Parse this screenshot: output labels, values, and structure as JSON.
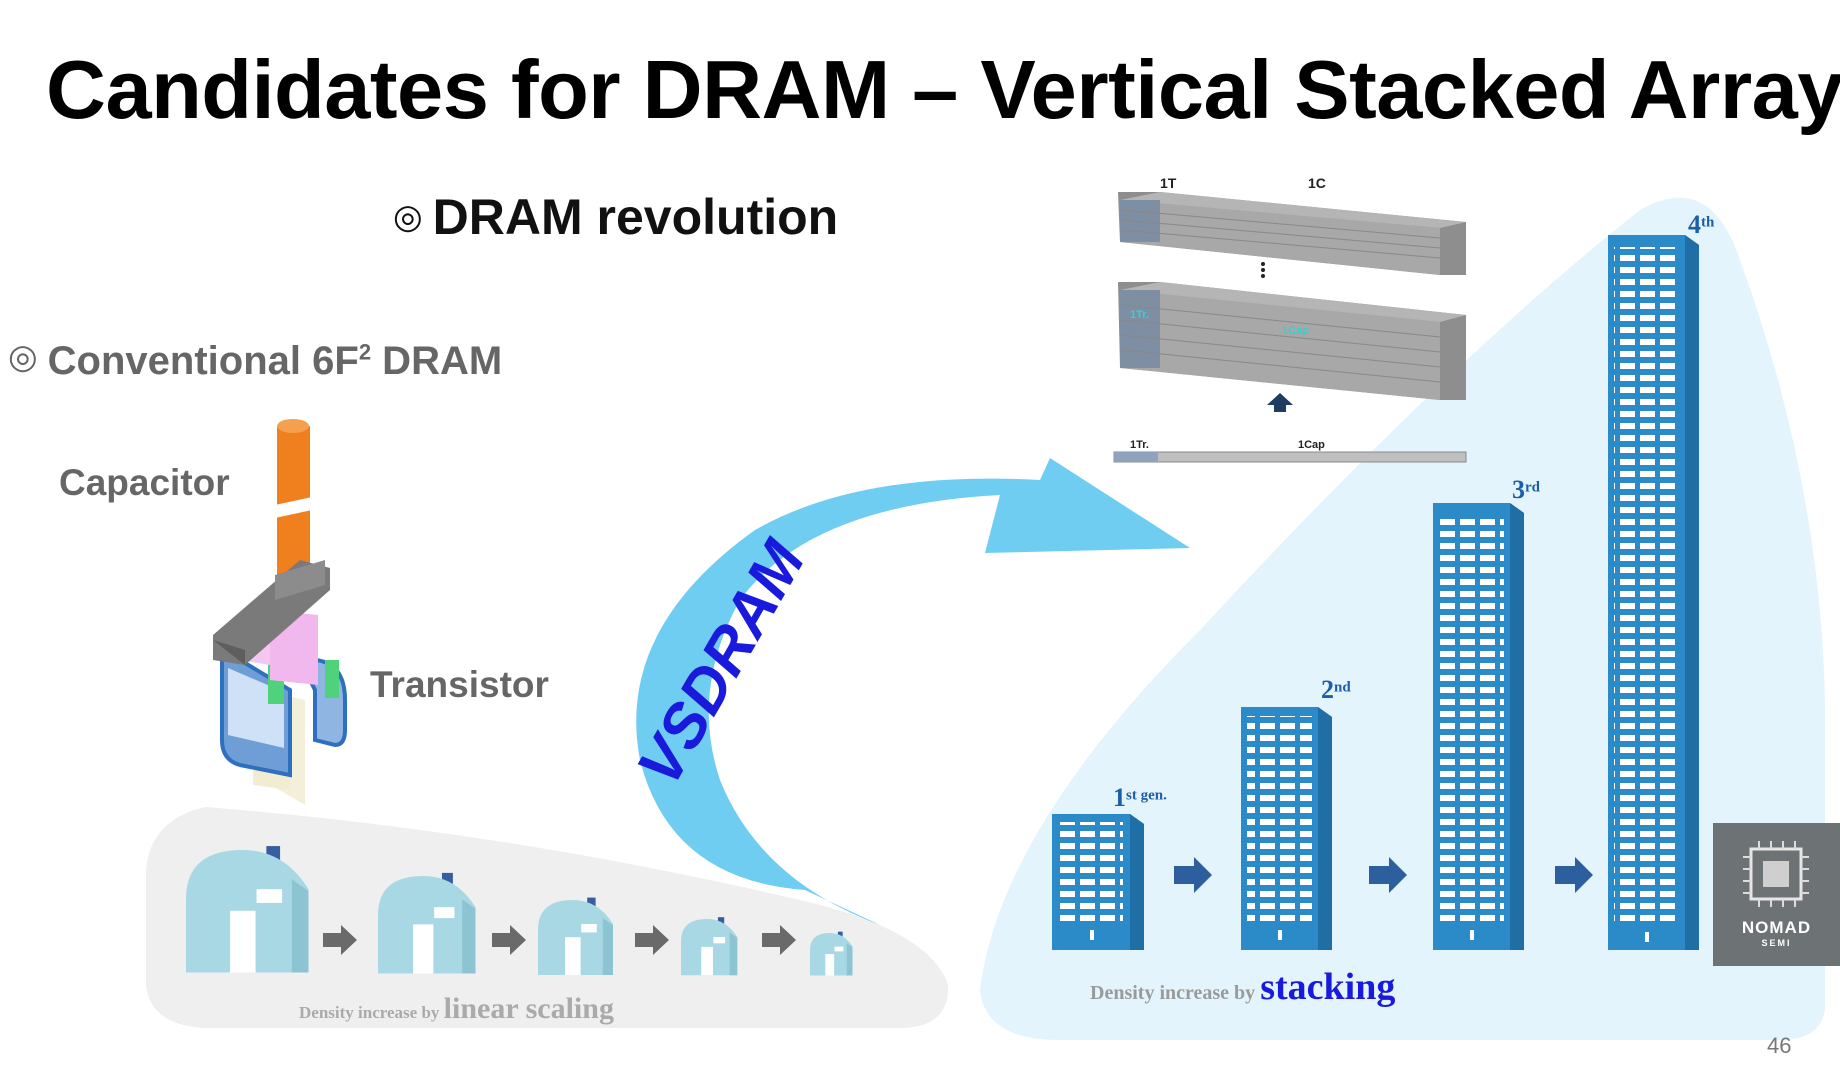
{
  "title": "Candidates for DRAM – Vertical Stacked Array",
  "subtitle": {
    "mark": "◎",
    "text": "DRAM revolution"
  },
  "conventional": {
    "mark": "◎",
    "text": "Conventional 6F",
    "sup": "2",
    "suffix": " DRAM"
  },
  "cell_labels": {
    "capacitor": "Capacitor",
    "transistor": "Transistor"
  },
  "arrow_label": "VSDRAM",
  "linear_caption": {
    "prefix": "Density increase by ",
    "emphasis": "linear scaling"
  },
  "stacking_caption": {
    "prefix": "Density increase by ",
    "emphasis": "stacking"
  },
  "generations": [
    {
      "num": "1",
      "sup": "st gen."
    },
    {
      "num": "2",
      "sup": "nd"
    },
    {
      "num": "3",
      "sup": "rd"
    },
    {
      "num": "4",
      "sup": "th"
    }
  ],
  "stack_diagram": {
    "top_1t": "1T",
    "top_1c": "1C",
    "mid_1tr": "1Tr.",
    "mid_1cap": "1Cap",
    "bottom_1tr": "1Tr.",
    "bottom_1cap": "1Cap"
  },
  "logo": {
    "name": "NOMAD",
    "sub": "SEMI"
  },
  "page_number": "46",
  "colors": {
    "building_blue": "#2a8bc8",
    "arrow_blue": "#6fcdf2",
    "vsdram_text": "#1a1adc",
    "house_blue": "#a8d8e4",
    "panel_gray": "#efefef",
    "panel_light_blue": "#e4f4fc"
  }
}
